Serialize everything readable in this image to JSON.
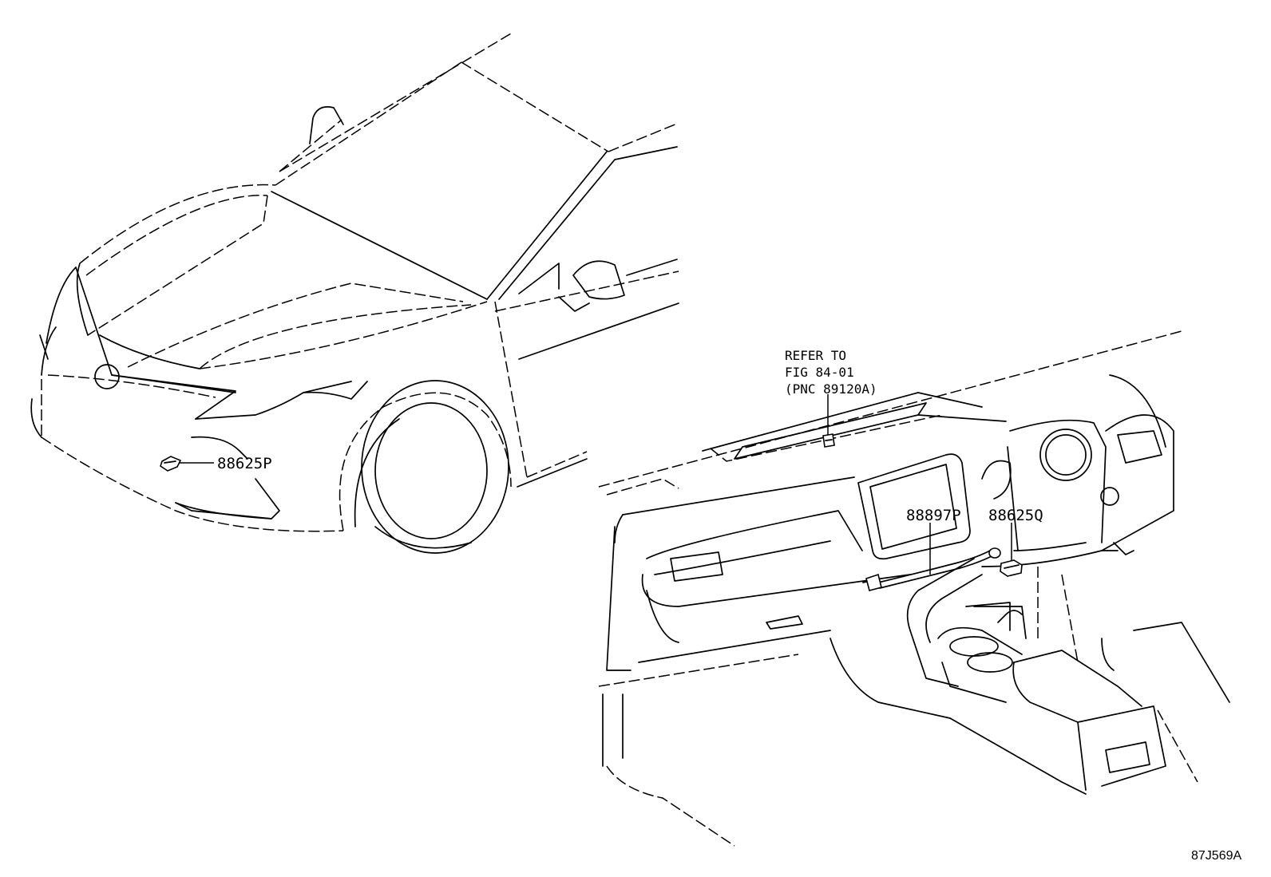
{
  "labels": {
    "front_sensor": "88625P",
    "cable": "88897P",
    "inner_sensor": "88625Q"
  },
  "reference_note": {
    "line1": "REFER TO",
    "line2": "FIG 84-01",
    "line3": "(PNC 89120A)"
  },
  "figure_code": "87J569A"
}
